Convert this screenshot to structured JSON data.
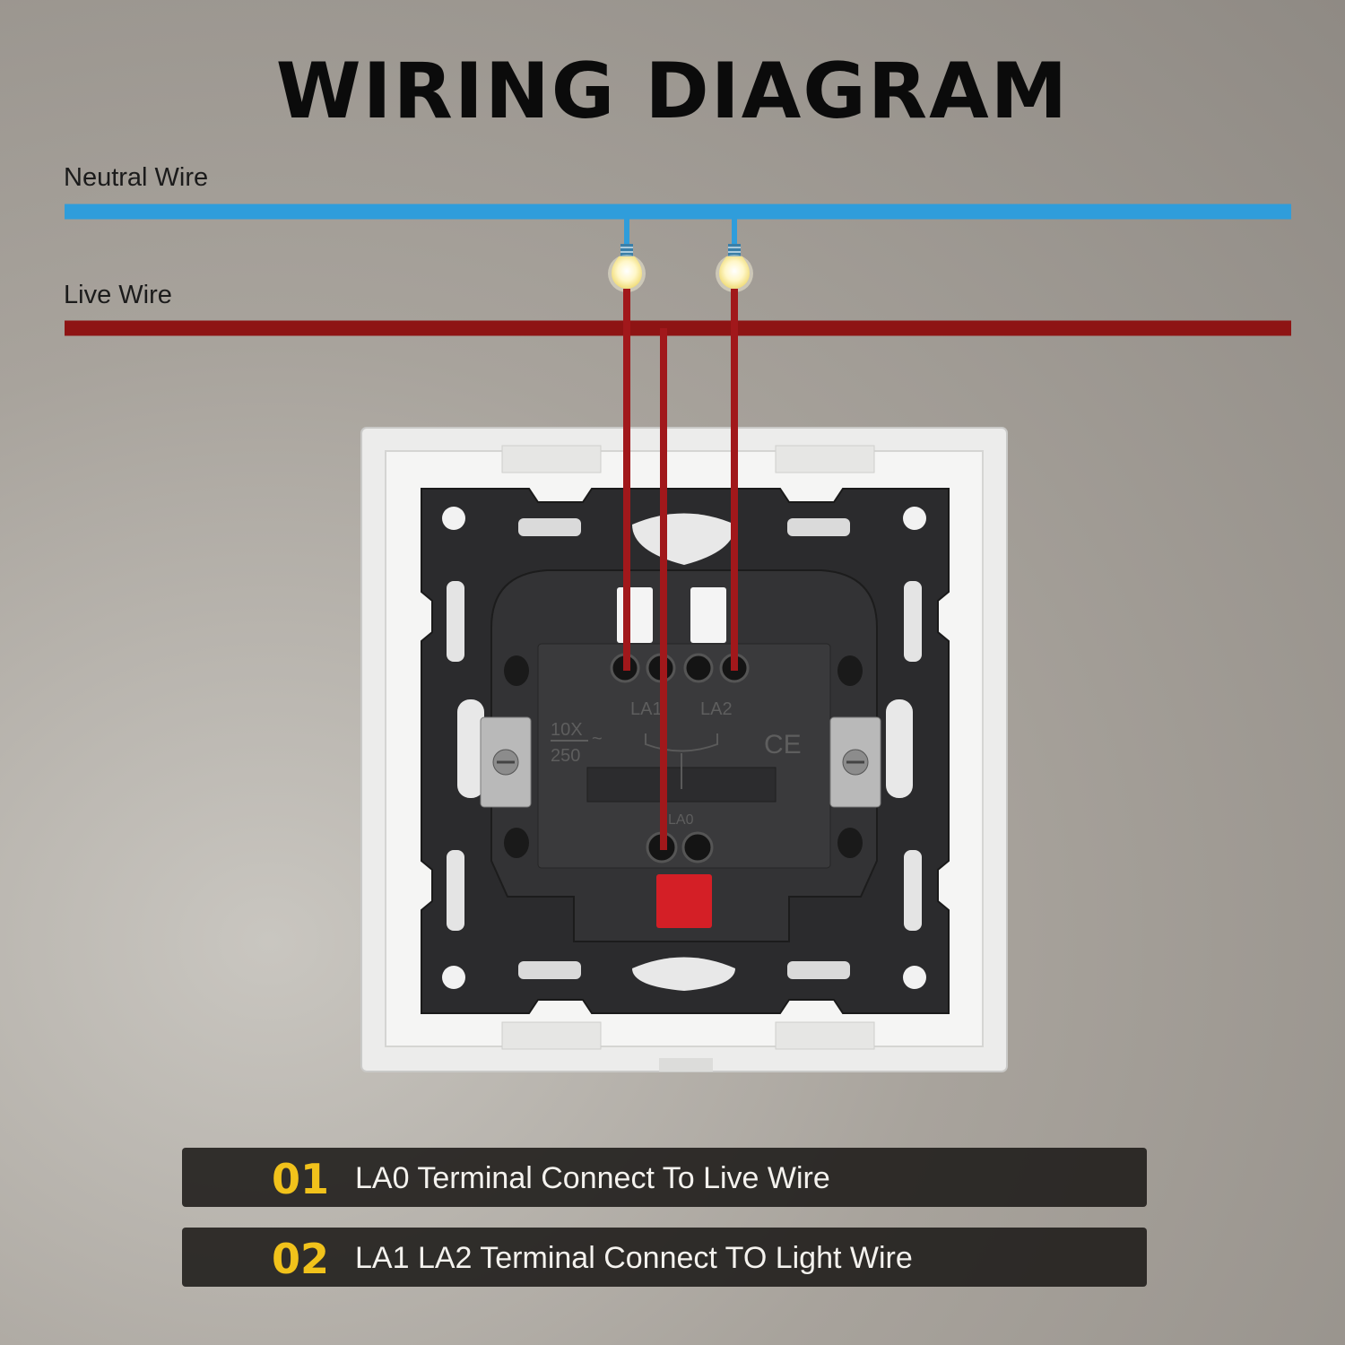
{
  "title": "WIRING DIAGRAM",
  "wires": {
    "neutral_label": "Neutral Wire",
    "live_label": "Live Wire",
    "neutral_color": "#2f9ddb",
    "live_color": "#8e1414"
  },
  "switch": {
    "terminal_la1": "LA1",
    "terminal_la2": "LA2",
    "terminal_la0": "LA0",
    "rating_top": "10X",
    "rating_bottom": "250",
    "rating_symbol": "~",
    "ce_mark": "CE"
  },
  "notes": [
    {
      "number": "01",
      "text": "LA0 Terminal Connect To Live Wire"
    },
    {
      "number": "02",
      "text": "LA1 LA2 Terminal Connect TO Light Wire"
    }
  ]
}
